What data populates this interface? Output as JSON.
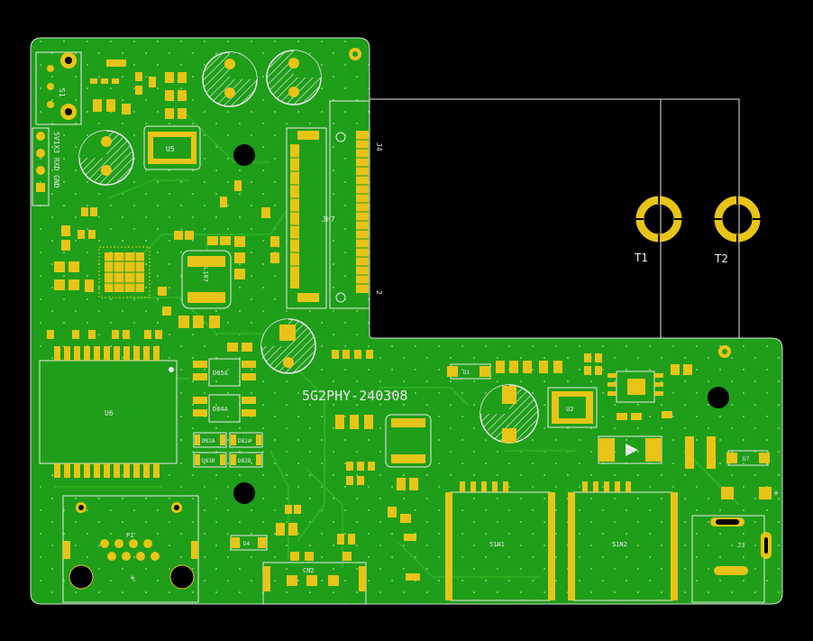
{
  "board": {
    "revision": "5G2PHY-240308",
    "colors": {
      "background": "#000000",
      "soldermask": "#1f9e1a",
      "copper": "#e8c418",
      "silkscreen": "#e8e8e8",
      "outline": "#dddddd"
    }
  },
  "labels": {
    "t1": "T1",
    "t2": "T2",
    "u5": "U5",
    "u6": "U6",
    "j4": "J4",
    "jh7": "JH7",
    "pin2": "2",
    "l107": "L107",
    "cn2": "CN2",
    "p1": "P1",
    "j3": "J3",
    "sin1": "51N1",
    "sin2": "51N2",
    "u2": "U2",
    "s1": "S1",
    "d5a": "D85A",
    "d4a": "D84A",
    "d4": "D4",
    "d7": "D7",
    "d1": "D1",
    "uart_pins": "5V1X3 RXD GND",
    "plus1": "+",
    "plus2": "+",
    "d2a": "D82A",
    "d2b": "D82B",
    "d3a": "D83A",
    "d3b": "D83B"
  },
  "icons": [
    "mounting-hole-icon",
    "test-point-icon",
    "electrolytic-capacitor-icon"
  ]
}
